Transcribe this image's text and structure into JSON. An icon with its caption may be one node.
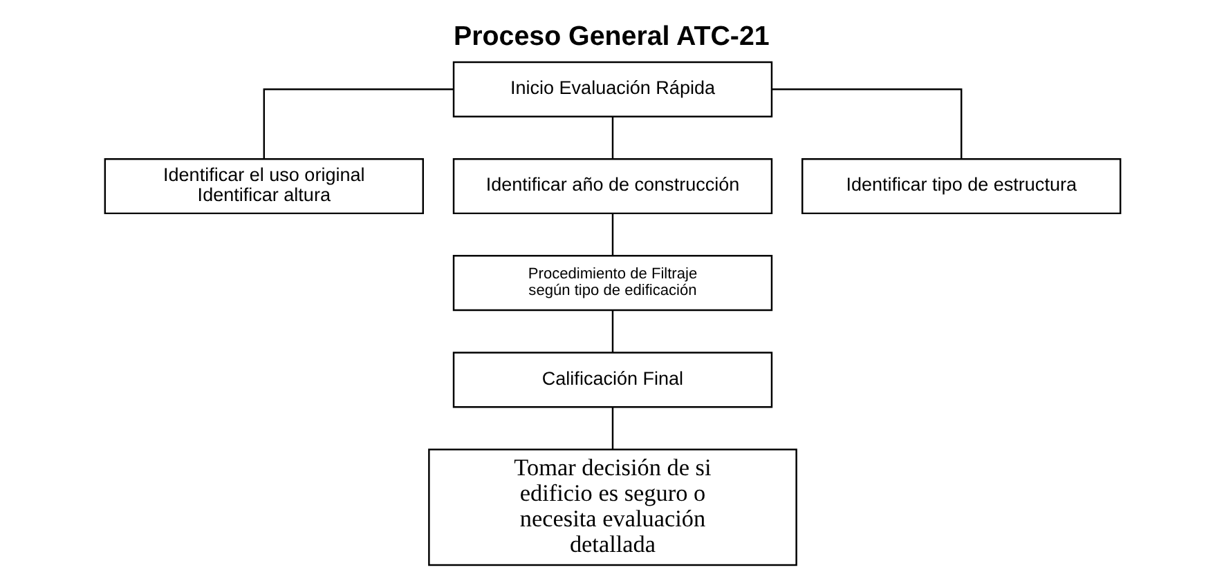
{
  "diagram": {
    "title": "Proceso General ATC-21",
    "nodes": [
      {
        "text": [
          "Inicio Evaluación Rápida"
        ]
      },
      {
        "text": [
          "Identificar el uso original",
          "Identificar altura"
        ]
      },
      {
        "text": [
          "Identificar año de construcción"
        ]
      },
      {
        "text": [
          "Identificar tipo de estructura"
        ]
      },
      {
        "text": [
          "Procedimiento de Filtraje según tipo de edificación"
        ]
      },
      {
        "text": [
          "Calificación Final"
        ]
      },
      {
        "text": [
          "Tomar decisión de si edificio es seguro o necesita evaluación detallada"
        ]
      }
    ],
    "edges": [
      {
        "from": 0,
        "to": 1,
        "arrow": "none"
      },
      {
        "from": 0,
        "to": 2,
        "arrow": "none"
      },
      {
        "from": 0,
        "to": 3,
        "arrow": "none"
      },
      {
        "from": 2,
        "to": 4,
        "arrow": "none"
      },
      {
        "from": 4,
        "to": 5,
        "arrow": "none"
      },
      {
        "from": 5,
        "to": 6,
        "arrow": "none"
      }
    ]
  }
}
